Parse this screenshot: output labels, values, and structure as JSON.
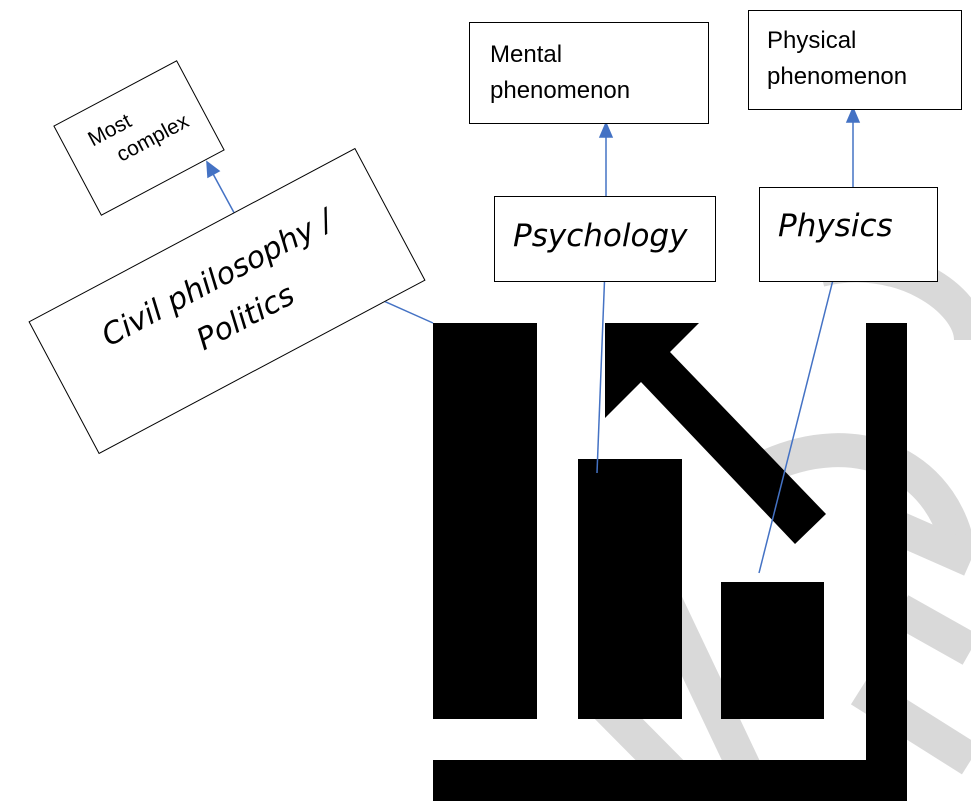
{
  "colors": {
    "arrow": "#4472c4",
    "bars": "#000000",
    "watermark": "#d9d9d9",
    "box_border": "#000000"
  },
  "icon": "bar-chart-decline-icon",
  "labels": {
    "most_complex": [
      "Most",
      "complex"
    ],
    "civil_philosophy": [
      "Civil philosophy /",
      "Politics"
    ],
    "psychology": "Psychology",
    "physics": "Physics",
    "mental_phenomenon": [
      "Mental",
      "phenomenon"
    ],
    "physical_phenomenon": [
      "Physical",
      "phenomenon"
    ]
  }
}
